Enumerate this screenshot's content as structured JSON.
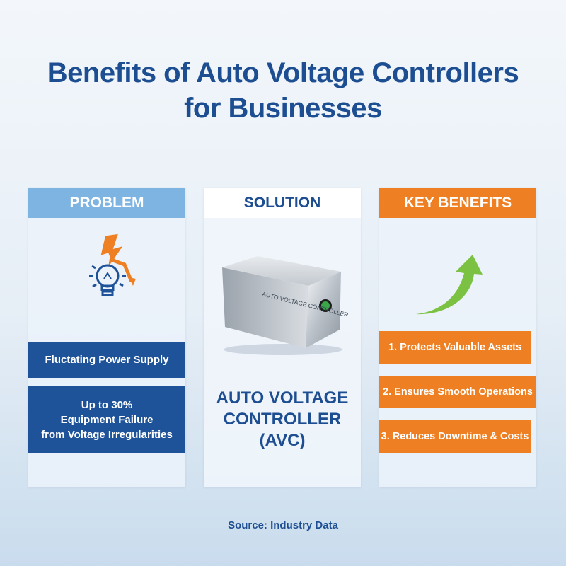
{
  "title": {
    "line1": "Benefits of Auto Voltage Controllers",
    "line2": "for Businesses"
  },
  "problem": {
    "heading": "PROBLEM",
    "icon": "lightning-bulb-icon",
    "issue": "Fluctating Power Supply",
    "stat_lines": [
      "Up to 30%",
      "Equipment Failure",
      "from Voltage Irregularities"
    ]
  },
  "solution": {
    "heading": "SOLUTION",
    "device_text": "AUTO VOLTAGE CONTROLLER",
    "label_lines": [
      "AUTO VOLTAGE",
      "CONTROLLER",
      "(AVC)"
    ]
  },
  "benefits": {
    "heading": "KEY BENEFITS",
    "icon": "upward-arrow-icon",
    "items": [
      "1. Protects Valuable Assets",
      "2. Ensures Smooth Operations",
      "3. Reduces Downtime & Costs"
    ]
  },
  "source": "Source: Industry Data",
  "colors": {
    "title": "#1d4e92",
    "problem_header": "#7eb4e2",
    "blue_box": "#1e5299",
    "orange": "#ee7f22",
    "arrow_green": "#7cc242"
  }
}
